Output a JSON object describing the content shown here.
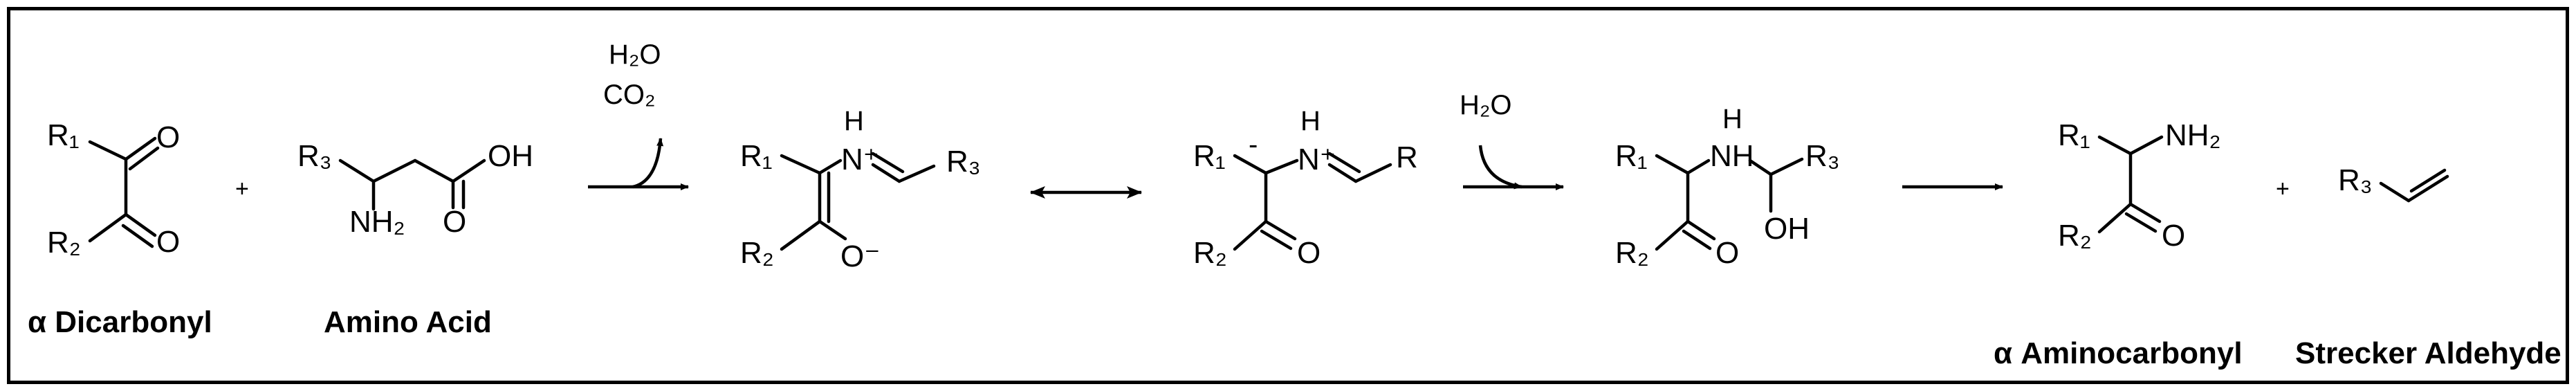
{
  "scheme": {
    "plus": "+",
    "captions": {
      "dicarbonyl": "α Dicarbonyl",
      "amino_acid": "Amino Acid",
      "aminocarbonyl": "α Aminocarbonyl",
      "strecker": "Strecker Aldehyde"
    },
    "loss": {
      "water": "H₂O",
      "co2": "CO₂"
    },
    "addition": {
      "water": "H₂O"
    },
    "groups": {
      "r1": "R₁",
      "r2": "R₂",
      "r3": "R₃",
      "r": "R",
      "o": "O",
      "oh": "OH",
      "nh2": "NH₂",
      "nh": "NH",
      "n_plus": "N⁺",
      "h": "H",
      "minus": "-",
      "o_minus": "O⁻"
    }
  }
}
